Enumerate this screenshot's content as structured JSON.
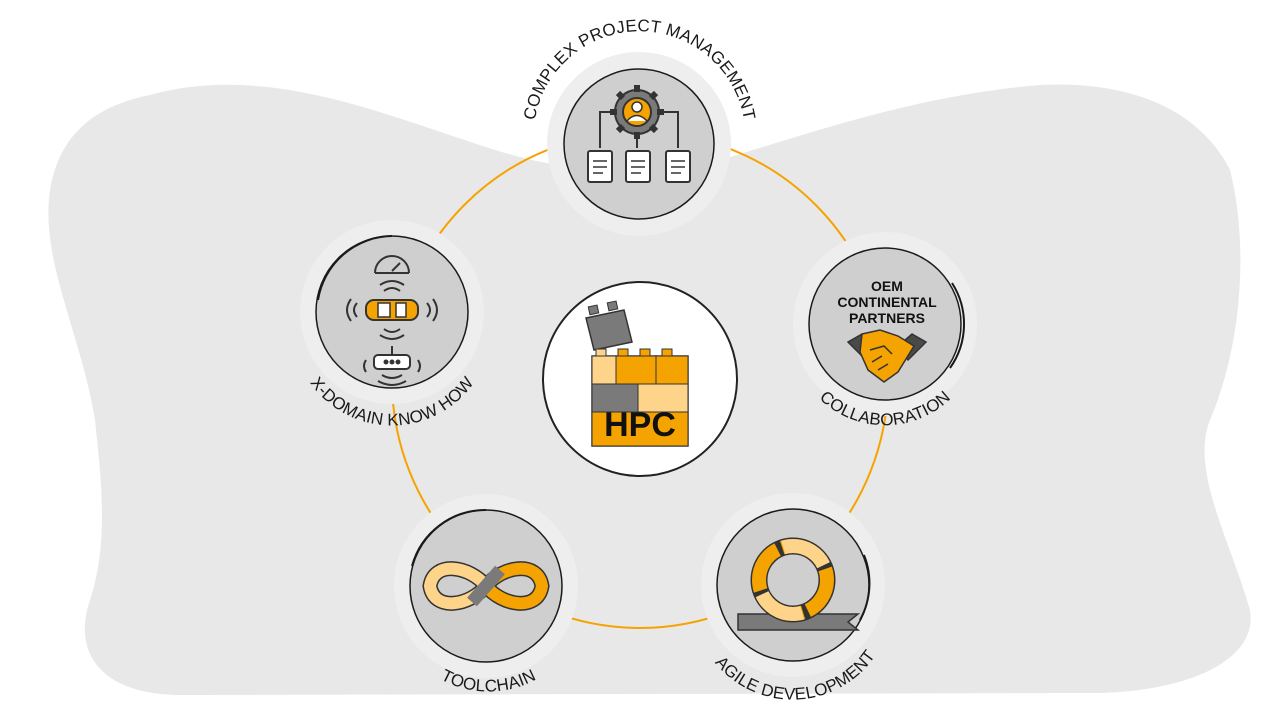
{
  "center": {
    "label": "HPC"
  },
  "nodes": [
    {
      "id": "project",
      "label": "COMPLEX PROJECT MANAGEMENT",
      "icon": "gear-user-documents-icon"
    },
    {
      "id": "collab",
      "label": "COLLABORATION",
      "inner_lines": [
        "OEM",
        "CONTINENTAL",
        "PARTNERS"
      ],
      "icon": "handshake-icon"
    },
    {
      "id": "agile",
      "label": "AGILE DEVELOPMENT",
      "icon": "agile-cycle-icon"
    },
    {
      "id": "toolchain",
      "label": "TOOLCHAIN",
      "icon": "infinity-icon"
    },
    {
      "id": "xdomain",
      "label": "X-DOMAIN KNOW HOW",
      "icon": "connected-car-icon"
    }
  ],
  "colors": {
    "accent": "#f5a300",
    "accent_light": "#fdd48a",
    "dark_gray": "#7a7a7a",
    "circle_fill": "#cfcfcf",
    "ring_fill": "#eeeeee",
    "blob": "#e8e8e8"
  }
}
